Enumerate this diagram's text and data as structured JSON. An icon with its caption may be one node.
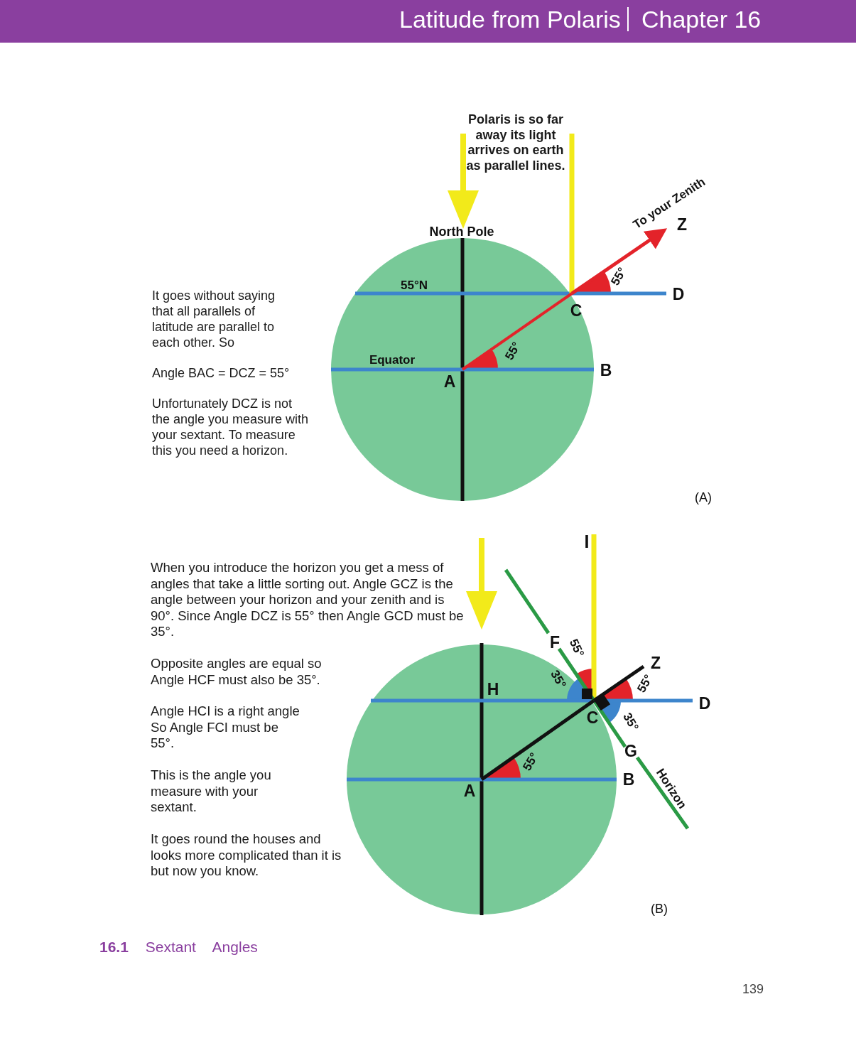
{
  "diagram": {
    "caption": "**16.1** Sextant Angles",
    "labels": [
      "Latitude from Polaris",
      "Chapter 16",
      "Polaris is so far away its light arrives on earth as parallel lines.",
      "To your Zenith",
      "Z",
      "North Pole",
      "55°",
      "55°N",
      "It goes without saying that all parallels of latitude are parallel to each other. So",
      "D",
      "C",
      "55°",
      "Equator",
      "Angle BAC = DCZ = 55°",
      "B",
      "A",
      "Unfortunately DCZ is not the angle you measure with your sextant. To measure this you need a horizon.",
      "(A)",
      "I",
      "When you introduce the horizon you get a mess of angles that take a little sorting out. Angle GCZ is the angle between your horizon and your zenith and is 90°. Since Angle DCZ is 55° then Angle GCD must be 35°.",
      "F",
      "55°",
      "Z",
      "Opposite angles are equal so Angle HCF must also be 35°.",
      "35°",
      "H",
      "55°",
      "D",
      "Angle HCI is a right angle So Angle FCI must be 55°.",
      "C",
      "35°",
      "G",
      "55°",
      "This is the angle you measure with your sextant.",
      "B",
      "Horizon",
      "A",
      "It goes round the houses and looks more complicated than it is but now you know.",
      "(B)",
      "139"
    ]
  }
}
